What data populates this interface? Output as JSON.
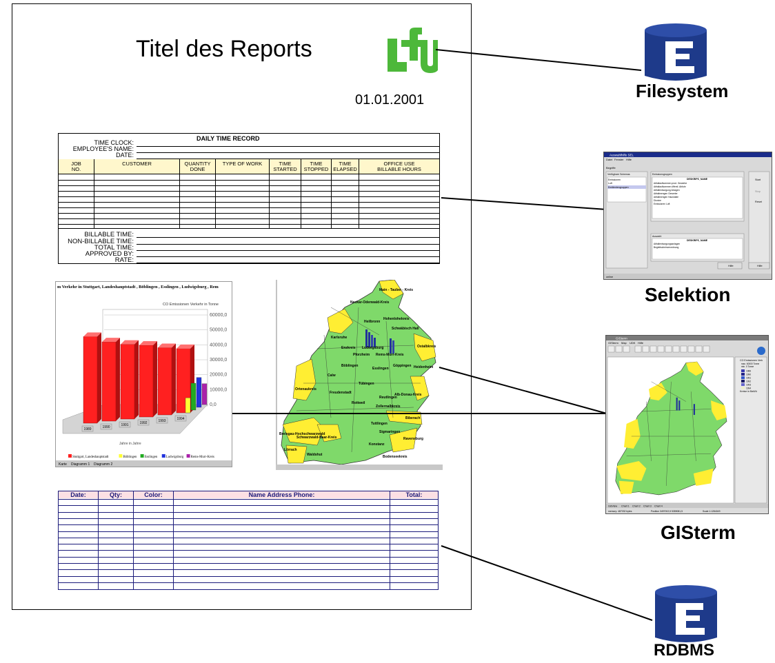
{
  "report": {
    "title": "Titel des Reports",
    "date": "01.01.2001",
    "logo_text": "LfU"
  },
  "time_record": {
    "title": "DAILY TIME RECORD",
    "header_fields": [
      "TIME CLOCK:",
      "EMPLOYEE'S NAME:",
      "DATE:"
    ],
    "columns": [
      [
        "JOB",
        "NO."
      ],
      [
        "CUSTOMER"
      ],
      [
        "QUANTITY",
        "DONE"
      ],
      [
        "TYPE OF WORK"
      ],
      [
        "TIME",
        "STARTED"
      ],
      [
        "TIME",
        "STOPPED"
      ],
      [
        "TIME",
        "ELAPSED"
      ],
      [
        "OFFICE USE",
        "BILLABLE HOURS"
      ]
    ],
    "footer_fields": [
      "BILLABLE TIME:",
      "NON-BILLABLE TIME:",
      "TOTAL TIME:",
      "APPROVED BY:",
      "RATE:"
    ]
  },
  "bar_chart": {
    "title": "m Verkehr in Stuttgart, Landeshauptstadt , Böblingen , Esslingen , Ludwigsburg , Rem",
    "inner_label": "CO Emissionen Verkehr in Tonne",
    "x_caption": "Jahre in Jahre",
    "tabs": [
      "Karte",
      "Diagramm 1",
      "Diagramm 2"
    ],
    "legend": [
      {
        "name": "Stuttgart, Landeshauptstadt",
        "color": "#ff2020"
      },
      {
        "name": "Böblingen",
        "color": "#ffff33"
      },
      {
        "name": "Esslingen",
        "color": "#22aa22"
      },
      {
        "name": "Ludwigsburg",
        "color": "#2233dd"
      },
      {
        "name": "Rems-Murr-Kreis",
        "color": "#aa22aa"
      }
    ],
    "colors": {
      "red": "#ff2020",
      "yellow": "#ffff33",
      "green": "#22aa22",
      "blue": "#2233dd",
      "purple": "#aa22aa"
    }
  },
  "chart_data": {
    "type": "bar",
    "title": "m Verkehr in Stuttgart, Landeshauptstadt , Böblingen , Esslingen , Ludwigsburg , Rem",
    "categories": [
      "1989",
      "1990",
      "1991",
      "1992",
      "1993",
      "1994"
    ],
    "y_ticks": [
      "0,0",
      "10000,0",
      "20000,0",
      "30000,0",
      "40000,0",
      "50000,0",
      "60000,0"
    ],
    "ylim": [
      0,
      60000
    ],
    "series": [
      {
        "name": "Stuttgart, Landeshauptstadt",
        "values": [
          58000,
          53000,
          50000,
          48000,
          45000,
          43000
        ]
      },
      {
        "name": "Böblingen",
        "values": [
          null,
          null,
          null,
          null,
          null,
          10000
        ]
      },
      {
        "name": "Esslingen",
        "values": [
          null,
          null,
          null,
          null,
          null,
          18000
        ]
      },
      {
        "name": "Ludwigsburg",
        "values": [
          null,
          null,
          null,
          null,
          null,
          20000
        ]
      },
      {
        "name": "Rems-Murr-Kreis",
        "values": [
          null,
          null,
          null,
          null,
          null,
          14000
        ]
      }
    ],
    "legend": "bottom"
  },
  "map": {
    "labels": [
      "Main - Tauber - Kreis",
      "Neckar-Odenwald-Kreis",
      "Heilbronn",
      "Hohenlohekreis",
      "Schwäbisch Hall",
      "Karlsruhe",
      "Ludwigsburg",
      "Rems-Murr-Kreis",
      "Ostalbkreis",
      "Enzkreis",
      "Pforzheim",
      "Böblingen",
      "Esslingen",
      "Göppingen",
      "Heidenheim",
      "Calw",
      "Ortenaukreis",
      "Freudenstadt",
      "Tübingen",
      "Reutlingen",
      "Alb-Donau-Kreis",
      "Rottweil",
      "Zollernalbkreis",
      "Biberach",
      "Tuttlingen",
      "Sigmaringen",
      "Konstanz",
      "Ravensburg",
      "Bodenseekreis",
      "Waldshut",
      "Lörrach",
      "Breisgau-Hochschwarzwald",
      "Schwarzwald-Baar-Kreis"
    ],
    "colors": {
      "green": "#7fd96a",
      "yellow": "#ffee33",
      "border": "#333333"
    }
  },
  "order_table": {
    "columns": [
      "Date:",
      "Qty:",
      "Color:",
      "Name Address Phone:",
      "Total:"
    ],
    "colors": {
      "header_bg": "#fce0e4",
      "line": "#1a1a7a"
    }
  },
  "right_side": {
    "filesystem_label": "Filesystem",
    "selektion_label": "Selektion",
    "gisterm_label": "GISterm",
    "rdbms_label": "RDBMS",
    "selektion_window": {
      "title": "Auswahlhilfe SEL",
      "menu": [
        "Datei",
        "Fenster",
        "Hilfe"
      ],
      "tab": "Begriffe",
      "panel_left": "Verfügbare Schemas",
      "list_left": [
        "Emissionen",
        "Luft",
        "Emittentengruppen"
      ],
      "panel_mid": "Emissionsgruppen",
      "column_header": "DESKRIPS_NAME",
      "list_mid": [
        "Abfallaufkommen prod. Gewerbe",
        "Abfallaufkommen öffentl. Abfuhr",
        "Abfallentsorgung Anlagen",
        "Abfallmengen Gewerbe",
        "Abfallmengen Haushalte",
        "Dioxine",
        "Emissionen Luft"
      ],
      "buttons": [
        "Start",
        "Stop",
        "Reset",
        "Hilfe",
        "Hilfe"
      ],
      "selected_label": "Auswahl",
      "selected_header": "DESKRIPS_NAME",
      "selected_items": [
        "Abfallentsorgungsanlagen",
        "Begleitscheinverordnung"
      ],
      "status": "online"
    },
    "gisterm_window": {
      "title": "GISterm",
      "menu": [
        "GISterm",
        "Map",
        "UDK",
        "Hilfe"
      ],
      "legend_title": "CO Emissionen Verk",
      "legend_sub": [
        "max. 60000 Tonne",
        "min. 0 Tonne"
      ],
      "legend_years": [
        "1989",
        "1990",
        "1991",
        "1992",
        "1993",
        "1994"
      ],
      "legend_layer": "Kreise in BaWü",
      "tabs": [
        "GisView",
        "Chart 1",
        "Chart 2",
        "Chart 3",
        "Chart 4"
      ],
      "status_left": "memory: 487032 bytes",
      "status_mid": "Position 3497002,5 5359081,5",
      "status_right": "Scale 1:1284049"
    }
  }
}
